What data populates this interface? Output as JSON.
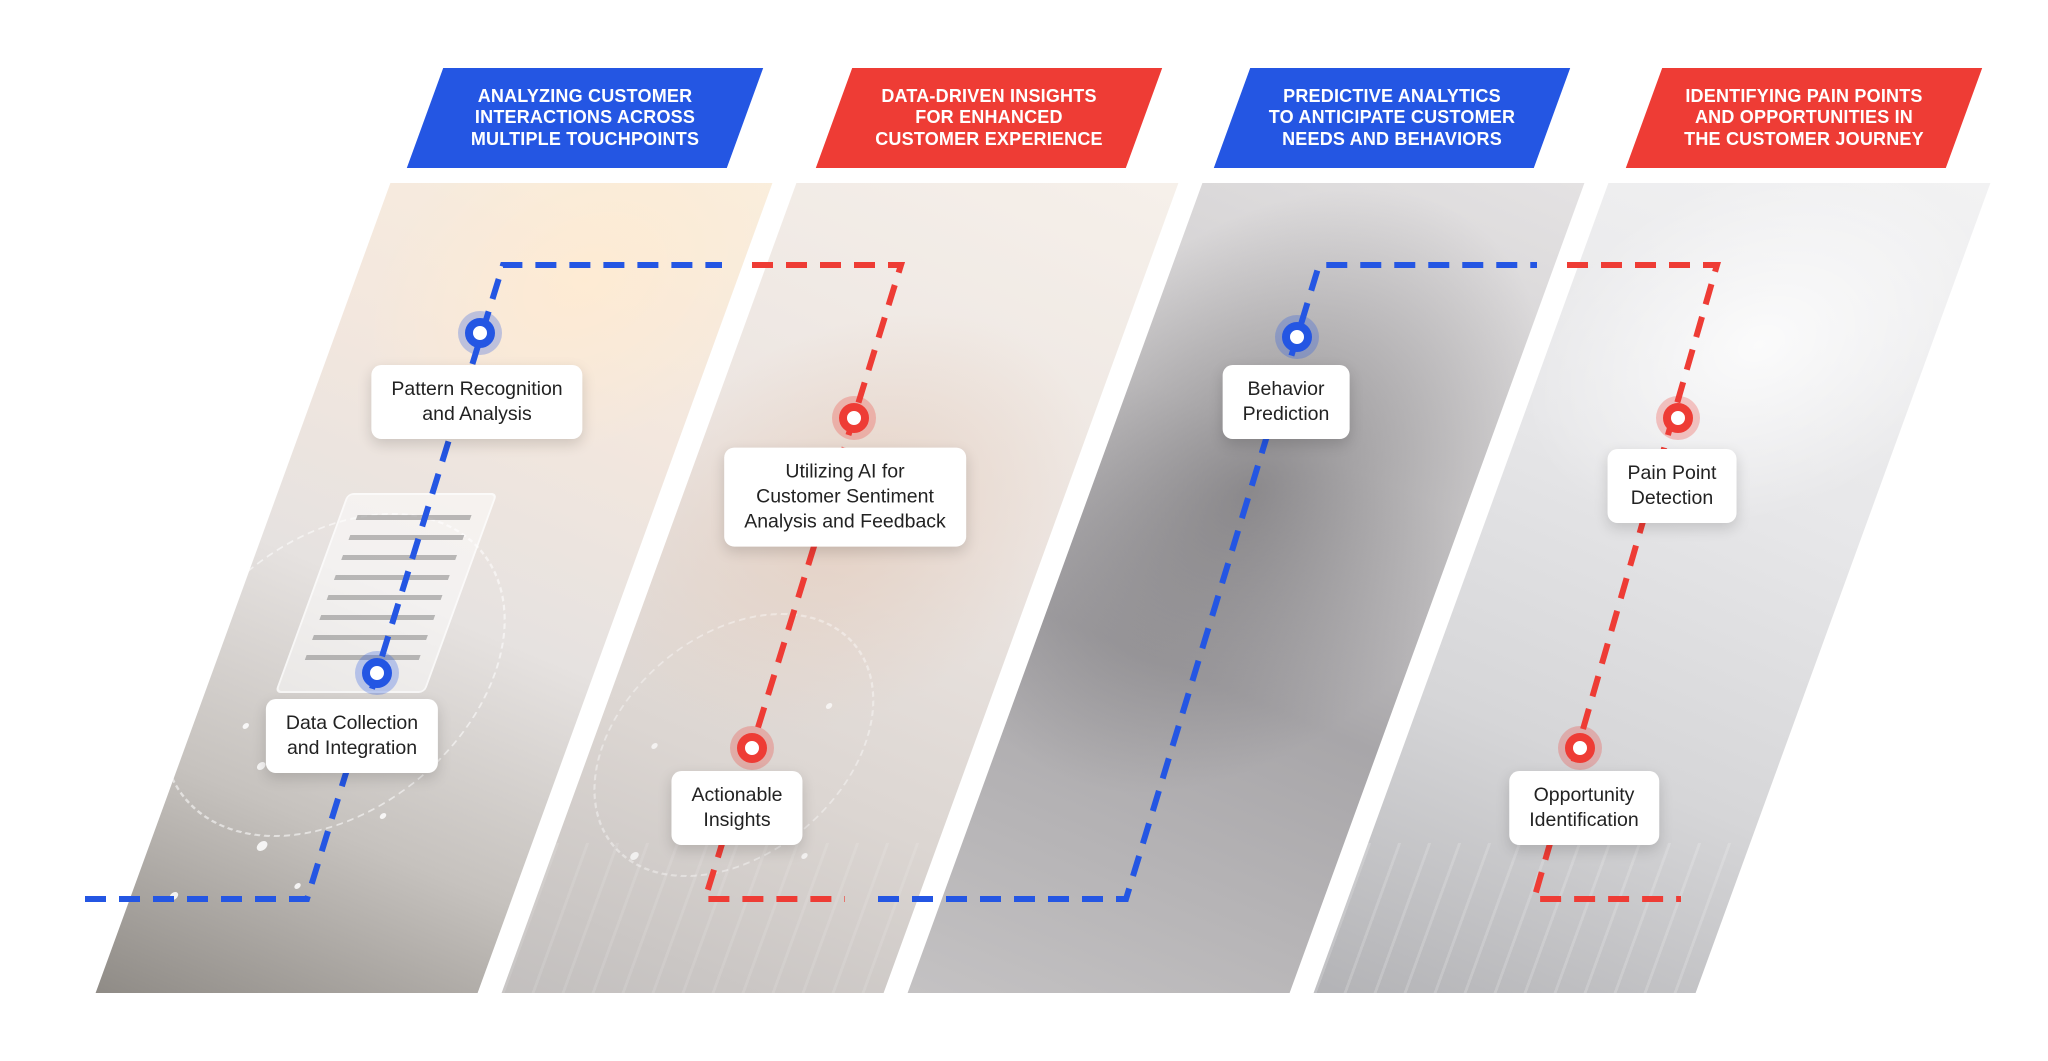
{
  "colors": {
    "blue": "#2456e3",
    "red": "#ee3c35",
    "label_text": "#222222"
  },
  "banners": [
    {
      "text": "ANALYZING CUSTOMER\nINTERACTIONS ACROSS\nMULTIPLE TOUCHPOINTS",
      "color": "blue"
    },
    {
      "text": "DATA-DRIVEN INSIGHTS\nFOR ENHANCED\nCUSTOMER EXPERIENCE",
      "color": "red"
    },
    {
      "text": "PREDICTIVE ANALYTICS\nTO ANTICIPATE CUSTOMER\nNEEDS AND BEHAVIORS",
      "color": "blue"
    },
    {
      "text": "IDENTIFYING PAIN POINTS\nAND OPPORTUNITIES IN\nTHE CUSTOMER JOURNEY",
      "color": "red"
    }
  ],
  "steps": [
    {
      "label": "Data Collection\nand Integration",
      "color": "blue"
    },
    {
      "label": "Pattern Recognition\nand Analysis",
      "color": "blue"
    },
    {
      "label": "Utilizing AI for\nCustomer Sentiment\nAnalysis and Feedback",
      "color": "red"
    },
    {
      "label": "Actionable\nInsights",
      "color": "red"
    },
    {
      "label": "Behavior\nPrediction",
      "color": "blue"
    },
    {
      "label": "Pain Point\nDetection",
      "color": "red"
    },
    {
      "label": "Opportunity\nIdentification",
      "color": "red"
    }
  ]
}
